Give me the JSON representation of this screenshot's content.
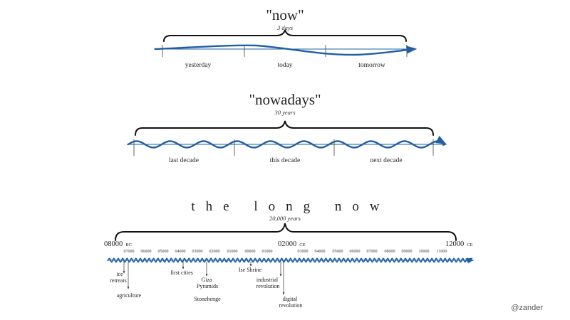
{
  "sections": {
    "now": {
      "title": "\"now\"",
      "duration": "3 days",
      "segments": [
        "yesterday",
        "today",
        "tomorrow"
      ]
    },
    "nowadays": {
      "title": "\"nowadays\"",
      "duration": "30 years",
      "segments": [
        "last decade",
        "this decade",
        "next decade"
      ]
    },
    "long_now": {
      "title": "the long now",
      "duration": "20,000 years",
      "start": {
        "year": "08000",
        "era": "BC"
      },
      "middle": {
        "year": "02000",
        "era": "CE"
      },
      "end": {
        "year": "12000",
        "era": "CE"
      },
      "ticks_before": [
        "07000",
        "06000",
        "05000",
        "04000",
        "03000",
        "02000",
        "01000",
        "00000",
        "01000"
      ],
      "ticks_after": [
        "03000",
        "04000",
        "05000",
        "06000",
        "07000",
        "08000",
        "09000",
        "10000",
        "11000"
      ],
      "events": [
        "ice\nretreats",
        "agriculture",
        "first cities",
        "Giza\nPyramids",
        "Stonehenge",
        "Ise Shrine",
        "industrial\nrevolution",
        "digital\nrevolution"
      ]
    }
  },
  "credit": "@zander",
  "colors": {
    "timeline": "#1f5fa6",
    "brace": "#111111",
    "text": "#222222"
  }
}
